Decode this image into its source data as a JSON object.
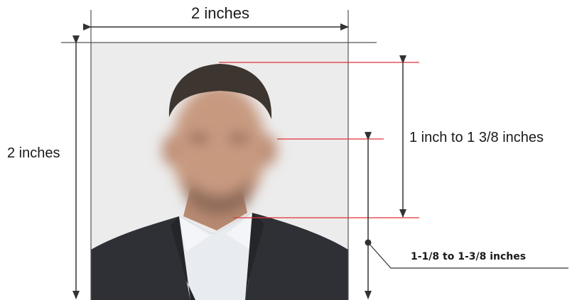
{
  "labels": {
    "photo_width": "2 inches",
    "photo_height": "2 inches",
    "head_height": "1 inch to 1 3/8 inches",
    "eye_height": "1-1/8 to 1-3/8 inches"
  },
  "colors": {
    "guide_line": "#e0303a",
    "dimension_line": "#333333",
    "photo_background": "#ececec",
    "suit": "#2e3035",
    "shirt": "#e8ebef",
    "skin": "#c79a80",
    "hair": "#3d3530"
  },
  "photo": {
    "face_blurred": true
  }
}
